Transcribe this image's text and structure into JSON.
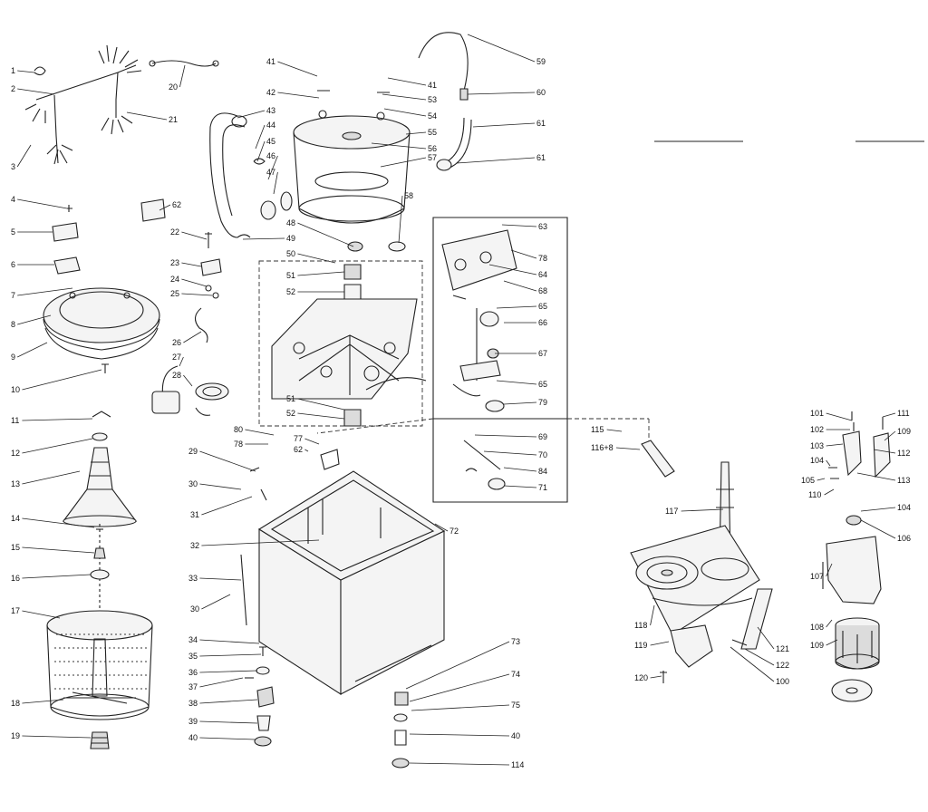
{
  "labels": [
    "1",
    "2",
    "3",
    "4",
    "5",
    "6",
    "7",
    "8",
    "9",
    "10",
    "11",
    "12",
    "13",
    "14",
    "15",
    "16",
    "17",
    "18",
    "19",
    "20",
    "21",
    "22",
    "23",
    "24",
    "25",
    "26",
    "27",
    "28",
    "29",
    "30",
    "31",
    "32",
    "33",
    "30",
    "34",
    "35",
    "36",
    "37",
    "38",
    "39",
    "40",
    "41",
    "42",
    "43",
    "44",
    "45",
    "46",
    "47",
    "48",
    "49",
    "50",
    "51",
    "52",
    "51",
    "52",
    "41",
    "53",
    "54",
    "55",
    "56",
    "57",
    "58",
    "59",
    "60",
    "61",
    "61",
    "62",
    "63",
    "78",
    "64",
    "68",
    "65",
    "66",
    "67",
    "65",
    "79",
    "80",
    "78",
    "77",
    "62",
    "69",
    "70",
    "84",
    "71",
    "72",
    "73",
    "74",
    "75",
    "40",
    "114",
    "115",
    "116+8",
    "117",
    "118",
    "119",
    "120",
    "121",
    "122",
    "100",
    "101",
    "102",
    "103",
    "104",
    "105",
    "110",
    "111",
    "109",
    "112",
    "113",
    "104",
    "106",
    "107",
    "108",
    "109"
  ]
}
